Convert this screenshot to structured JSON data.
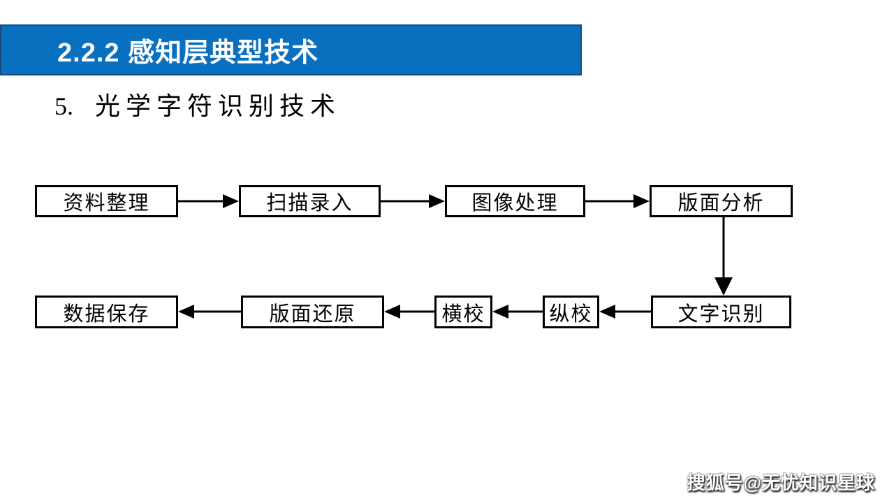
{
  "slide": {
    "title": "2.2.2 感知层典型技术",
    "item": {
      "number": "5.",
      "label": "光学字符识别技术"
    }
  },
  "flowchart": {
    "nodes": [
      {
        "label": "资料整理"
      },
      {
        "label": "扫描录入"
      },
      {
        "label": "图像处理"
      },
      {
        "label": "版面分析"
      },
      {
        "label": "文字识别"
      },
      {
        "label": "纵校"
      },
      {
        "label": "横校"
      },
      {
        "label": "版面还原"
      },
      {
        "label": "数据保存"
      }
    ]
  },
  "colors": {
    "banner_blue": "#0970C0",
    "banner_border": "#19497E",
    "diagram_black": "#000000",
    "background": "#FFFFFF"
  },
  "watermark": "搜狐号@无忧知识星球"
}
